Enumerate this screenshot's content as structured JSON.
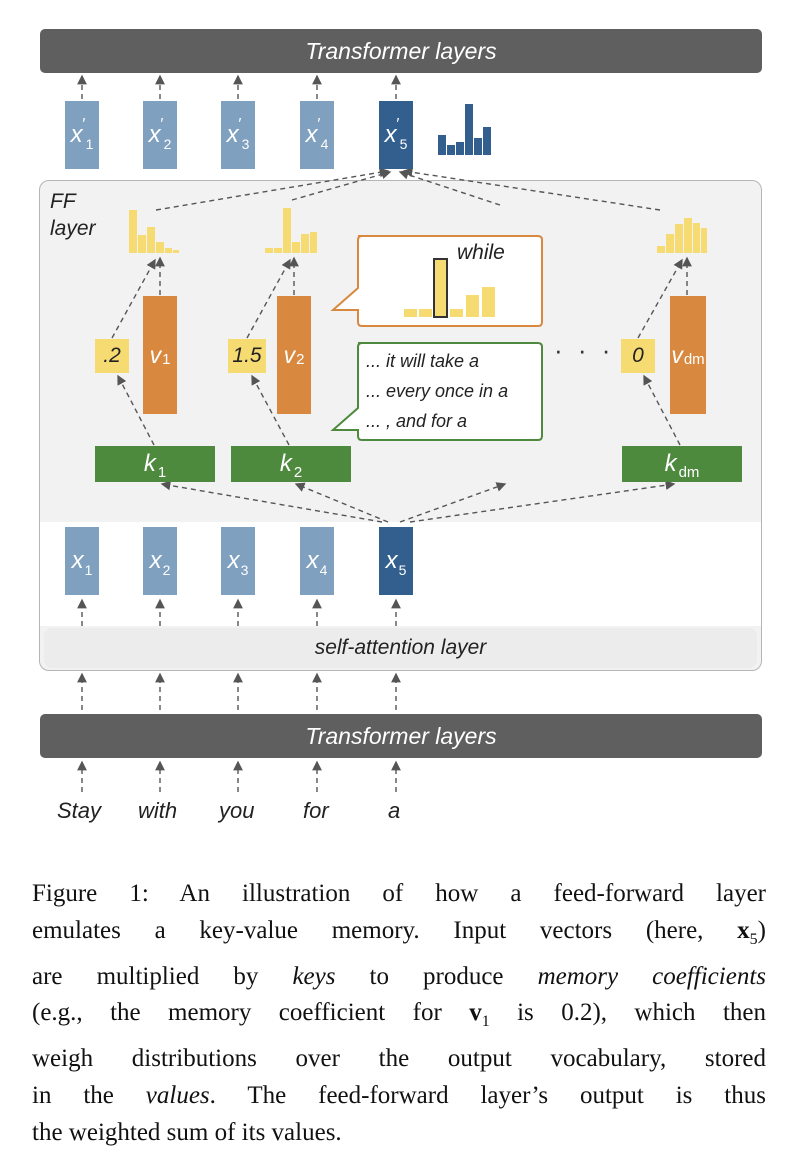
{
  "top_bar": {
    "label": "Transformer layers"
  },
  "bottom_bar": {
    "label": "Transformer layers"
  },
  "self_attention": {
    "label": "self-attention layer"
  },
  "ff_layer": {
    "line1": "FF",
    "line2": "layer"
  },
  "outputs": [
    {
      "base": "x",
      "prime": "′",
      "sub": "1"
    },
    {
      "base": "x",
      "prime": "′",
      "sub": "2"
    },
    {
      "base": "x",
      "prime": "′",
      "sub": "3"
    },
    {
      "base": "x",
      "prime": "′",
      "sub": "4"
    },
    {
      "base": "x",
      "prime": "′",
      "sub": "5"
    }
  ],
  "inputs": [
    {
      "base": "x",
      "sub": "1"
    },
    {
      "base": "x",
      "sub": "2"
    },
    {
      "base": "x",
      "sub": "3"
    },
    {
      "base": "x",
      "sub": "4"
    },
    {
      "base": "x",
      "sub": "5"
    }
  ],
  "keys": [
    {
      "base": "k",
      "sub": "1"
    },
    {
      "base": "k",
      "sub": "2"
    },
    {
      "base": "k",
      "sub": "dm"
    }
  ],
  "values": [
    {
      "base": "v",
      "sub": "1"
    },
    {
      "base": "v",
      "sub": "2"
    },
    {
      "base": "v",
      "sub": "dm"
    }
  ],
  "coefficients": [
    ".2",
    "1.5",
    "0"
  ],
  "ellipsis": "· · ·",
  "words": [
    "Stay",
    "with",
    "you",
    "for",
    "a"
  ],
  "callout_top": {
    "word": "while"
  },
  "callout_bottom": {
    "lines": [
      "... it will take a",
      "... every once in a",
      "... , and for a"
    ]
  },
  "colors": {
    "dark_bar": "#5f5f5f",
    "light_vector": "#7fa0bf",
    "dark_vector": "#325f8e",
    "key": "#4e8a3e",
    "value": "#d8893f",
    "coefficient": "#f6da72"
  },
  "caption": {
    "l1": "Figure 1:  An illustration of how a feed-forward layer",
    "l2a": "emulates a key-value memory. Input vectors (here, ",
    "l2x": "x",
    "l2s": "5",
    "l2b": ")",
    "l3a": "are multiplied by ",
    "l3k": "keys",
    "l3b": " to produce ",
    "l3m": "memory coefficients",
    "l4a": "(e.g., the memory coefficient for ",
    "l4v": "v",
    "l4s": "1",
    "l4b": " is 0.2), which then",
    "l5": "weigh distributions over the output vocabulary, stored",
    "l6a": "in the ",
    "l6v": "values",
    "l6b": ".  The feed-forward layer’s output is thus",
    "l7": "the weighted sum of its values."
  }
}
